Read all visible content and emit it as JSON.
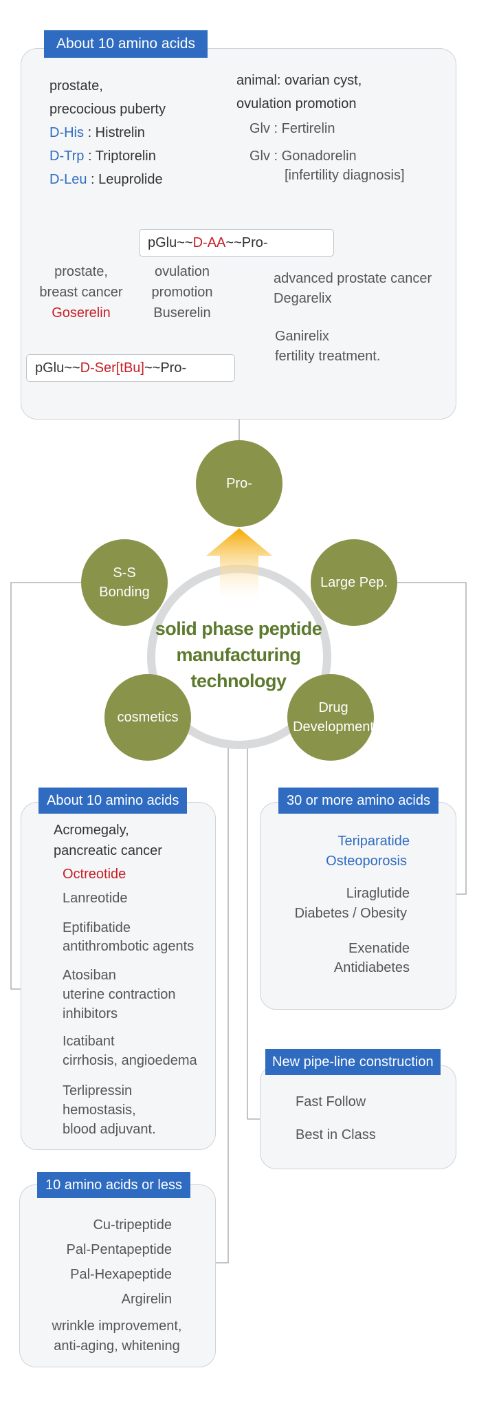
{
  "top": {
    "tag": "About 10 amino acids",
    "left": {
      "l1": "prostate,",
      "l2": "precocious puberty",
      "rows": [
        {
          "code": "D-His",
          "name": ": Histrelin"
        },
        {
          "code": "D-Trp",
          "name": ": Triptorelin"
        },
        {
          "code": "D-Leu",
          "name": ": Leuprolide"
        }
      ]
    },
    "right": {
      "l1": "animal: ovarian cyst,",
      "l2": "ovulation promotion",
      "fert": "Glv : Fertirelin",
      "gon": "Glv : Gonadorelin",
      "gon2": "[infertility diagnosis]"
    },
    "formula1": {
      "a": "pGlu~~",
      "b": "D-AA",
      "c": "~~Pro-"
    },
    "gose": {
      "l1": "prostate,",
      "l2": "breast cancer",
      "name": "Goserelin"
    },
    "buse": {
      "l1": "ovulation",
      "l2": "promotion",
      "name": "Buserelin"
    },
    "formula2": {
      "a": "pGlu~~",
      "b": "D-Ser[tBu]",
      "c": "~~Pro-"
    },
    "dega": {
      "l1": "advanced prostate cancer",
      "l2": "Degarelix"
    },
    "gani": {
      "l1": "Ganirelix",
      "l2": "fertility treatment."
    }
  },
  "hub": {
    "center": [
      "solid phase peptide",
      "manufacturing",
      "technology"
    ],
    "pro": "Pro-",
    "ss": [
      "S-S",
      "Bonding"
    ],
    "large": "Large Pep.",
    "cosm": "cosmetics",
    "drug": [
      "Drug",
      "Development"
    ]
  },
  "left_mid": {
    "tag": "About 10 amino acids",
    "head1": "Acromegaly,",
    "head2": "pancreatic cancer",
    "octreotide": "Octreotide",
    "lanreotide": "Lanreotide",
    "eptif": [
      "Eptifibatide",
      "antithrombotic agents"
    ],
    "atos": [
      "Atosiban",
      "uterine contraction",
      "inhibitors"
    ],
    "icat": [
      "Icatibant",
      "cirrhosis, angioedema"
    ],
    "terl": [
      "Terlipressin",
      "hemostasis,",
      "blood adjuvant."
    ]
  },
  "right_mid": {
    "tag": "30 or more amino acids",
    "teri": [
      "Teriparatide",
      "Osteoporosis"
    ],
    "lira": [
      "Liraglutide",
      "Diabetes / Obesity"
    ],
    "exen": [
      "Exenatide",
      "Antidiabetes"
    ]
  },
  "pipeline": {
    "tag": "New pipe-line construction",
    "fast": "Fast Follow",
    "best": "Best in Class"
  },
  "bottom": {
    "tag": "10 amino acids or less",
    "items": [
      "Cu-tripeptide",
      "Pal-Pentapeptide",
      "Pal-Hexapeptide",
      "Argirelin"
    ],
    "foot1": "wrinkle improvement,",
    "foot2": "anti-aging, whitening"
  },
  "colors": {
    "accent": "#2f6cc1",
    "highlight": "#c62026",
    "node": "#89934a",
    "center_text": "#5c7a2e"
  }
}
